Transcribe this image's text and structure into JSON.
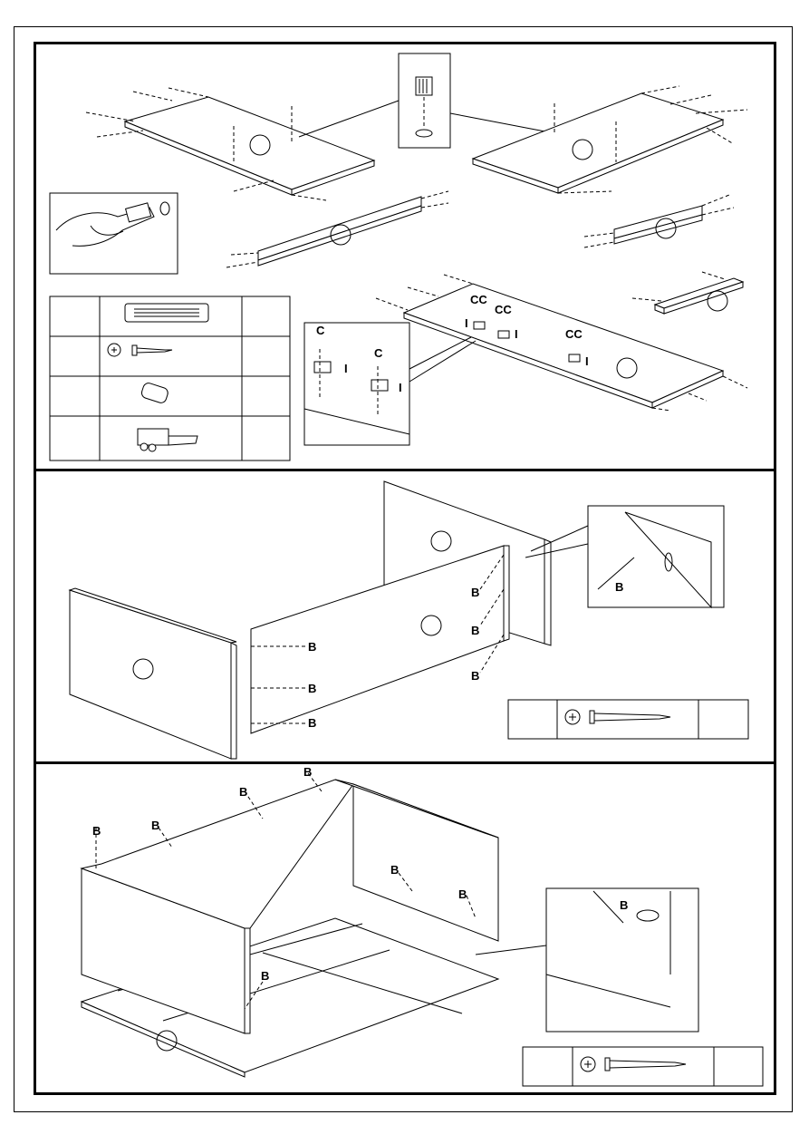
{
  "labels": {
    "hinge_top_left": "C",
    "hinge_top_right": "C",
    "cam_left": "I",
    "cam_right": "I",
    "cc_1": "CC",
    "cc_2": "CC",
    "cc_3": "CC",
    "i_1": "I",
    "i_2": "I",
    "i_3": "I",
    "i_4": "I",
    "i_5": "I",
    "b": "B"
  }
}
